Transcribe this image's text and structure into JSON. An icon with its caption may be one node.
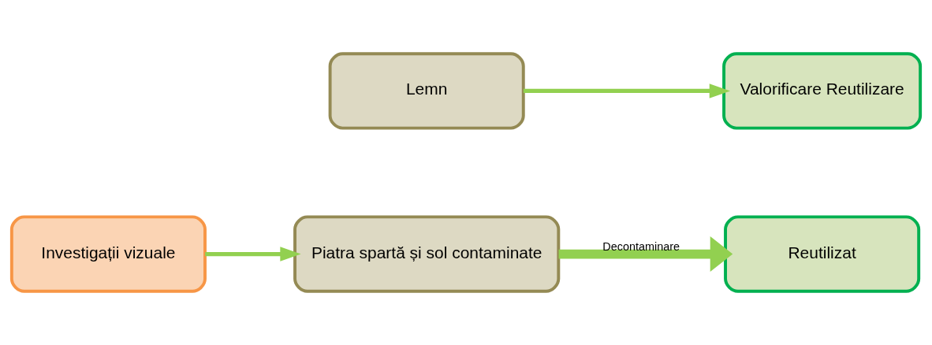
{
  "diagram": {
    "nodes": [
      {
        "text": [
          "Lemn"
        ]
      },
      {
        "text": [
          "Valorificare Reutilizare"
        ]
      },
      {
        "text": [
          "Investigații vizuale"
        ]
      },
      {
        "text": [
          "Piatra spartă și sol contaminate"
        ]
      },
      {
        "text": [
          "Reutilizat"
        ]
      }
    ],
    "edges": [
      {
        "from": 0,
        "to": 1,
        "arrow": "to"
      },
      {
        "from": 2,
        "to": 3,
        "arrow": "to"
      },
      {
        "from": 3,
        "to": 4,
        "arrow": "to",
        "label": "Decontaminare",
        "style": "thick"
      }
    ]
  }
}
